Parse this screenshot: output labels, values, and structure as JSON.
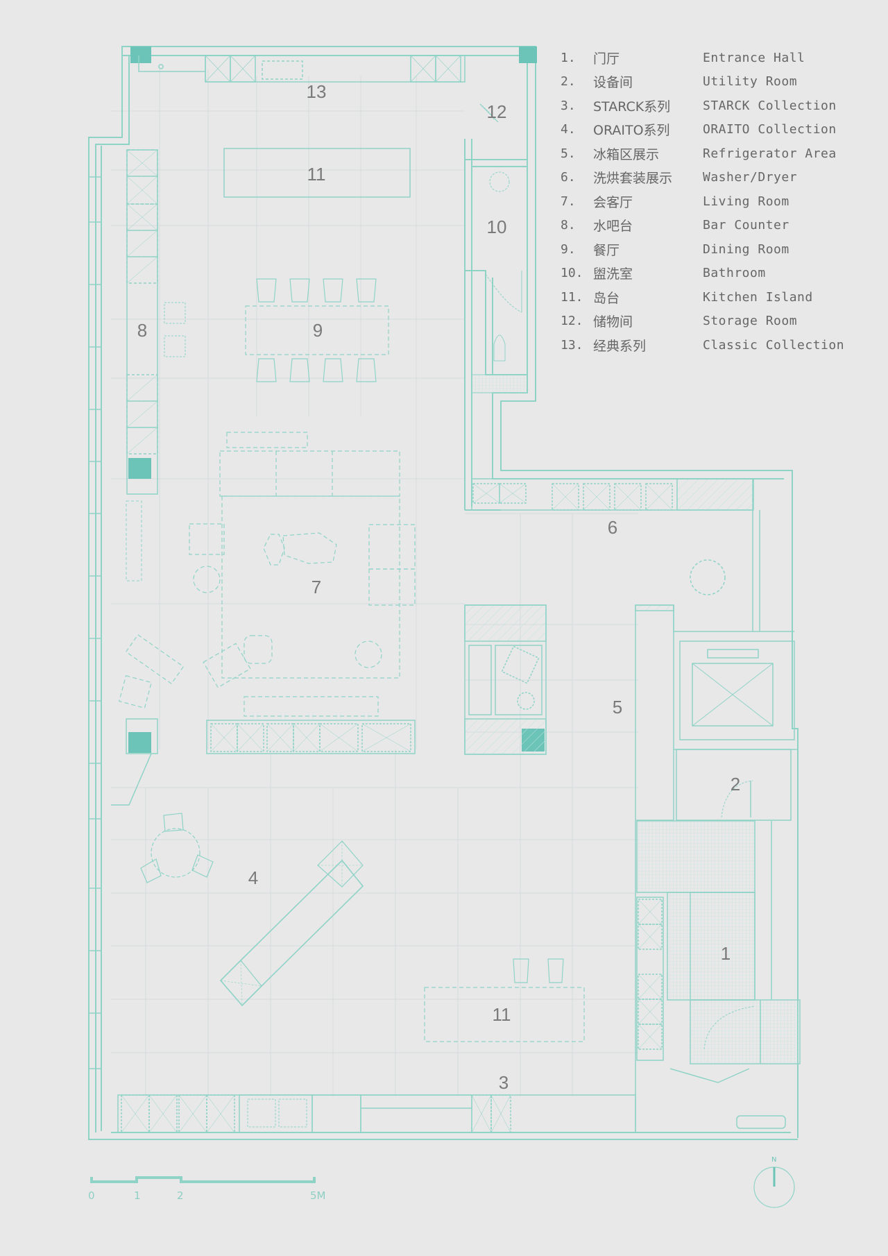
{
  "legend": {
    "items": [
      {
        "num": "1.",
        "zh": "门厅",
        "en": "Entrance Hall"
      },
      {
        "num": "2.",
        "zh": "设备间",
        "en": "Utility Room"
      },
      {
        "num": "3.",
        "zh": "STARCK系列",
        "en": "STARCK Collection"
      },
      {
        "num": "4.",
        "zh": "ORAITO系列",
        "en": "ORAITO Collection"
      },
      {
        "num": "5.",
        "zh": "冰箱区展示",
        "en": "Refrigerator Area"
      },
      {
        "num": "6.",
        "zh": "洗烘套装展示",
        "en": "Washer/Dryer"
      },
      {
        "num": "7.",
        "zh": "会客厅",
        "en": "Living Room"
      },
      {
        "num": "8.",
        "zh": "水吧台",
        "en": "Bar Counter"
      },
      {
        "num": "9.",
        "zh": "餐厅",
        "en": "Dining Room"
      },
      {
        "num": "10.",
        "zh": "盥洗室",
        "en": "Bathroom"
      },
      {
        "num": "11.",
        "zh": "岛台",
        "en": "Kitchen Island"
      },
      {
        "num": "12.",
        "zh": "储物间",
        "en": "Storage Room"
      },
      {
        "num": "13.",
        "zh": "经典系列",
        "en": "Classic Collection"
      }
    ]
  },
  "rooms": {
    "r1": "1",
    "r2": "2",
    "r3": "3",
    "r4": "4",
    "r5": "5",
    "r6": "6",
    "r7": "7",
    "r8": "8",
    "r9": "9",
    "r10": "10",
    "r11a": "11",
    "r11b": "11",
    "r12": "12",
    "r13": "13"
  },
  "scale_bar": {
    "labels": [
      "0",
      "1",
      "2",
      "5M"
    ]
  },
  "north_arrow": {
    "label": "N"
  },
  "colors": {
    "background": "#e8e8e8",
    "line": "#8fd3c7",
    "accent_fill": "#6cc4b8",
    "text": "#666666"
  }
}
